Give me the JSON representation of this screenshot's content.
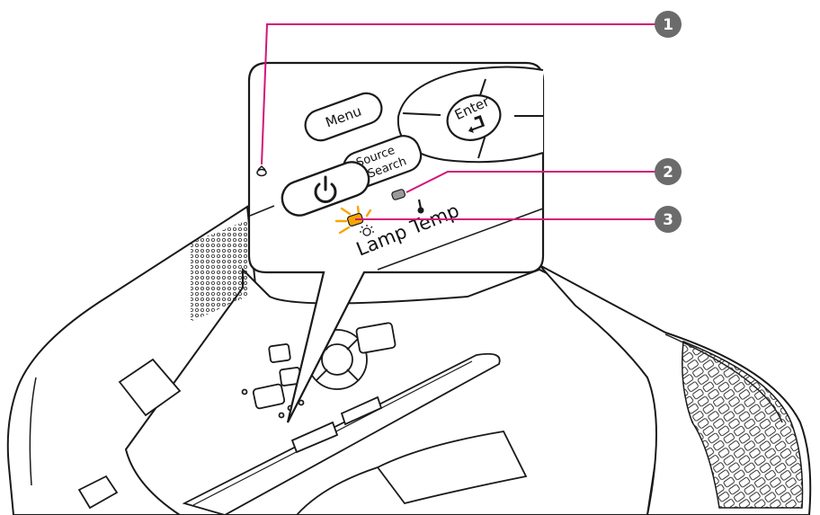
{
  "diagram": {
    "buttons": {
      "menu": "Menu",
      "enter": "Enter",
      "source_line1": "Source",
      "source_line2": "Search"
    },
    "indicator_label": "Lamp Temp",
    "callouts": [
      "1",
      "2",
      "3"
    ],
    "colors": {
      "callout_line": "#d4147a",
      "callout_badge": "#6b6b6b",
      "lamp_indicator": "#f7a600",
      "temp_indicator": "#9a9a9a",
      "outline": "#1a1a1a"
    },
    "icons": {
      "power": "power-icon",
      "enter_arrow": "enter-arrow-icon",
      "lamp": "lamp-icon",
      "temp": "thermometer-icon",
      "power_indicator": "power-indicator-icon"
    }
  }
}
